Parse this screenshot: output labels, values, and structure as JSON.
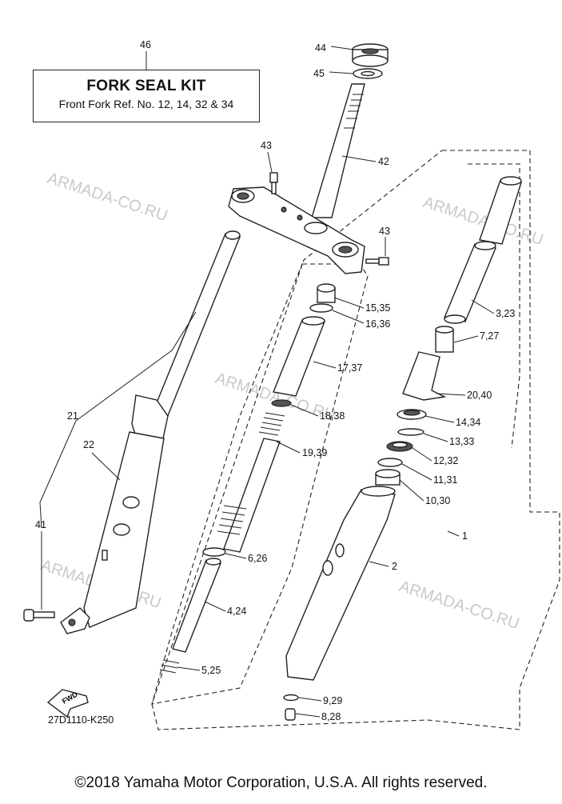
{
  "kit": {
    "number": "46",
    "title": "FORK SEAL KIT",
    "subtitle": "Front Fork Ref. No. 12, 14, 32 & 34"
  },
  "watermark": "ARMADA-CO.RU",
  "diagram_code": "27D1110-K250",
  "fwd_label": "FWD",
  "copyright": "©2018 Yamaha Motor Corporation, U.S.A. All rights reserved.",
  "callouts": {
    "c44": "44",
    "c45": "45",
    "c43a": "43",
    "c42": "42",
    "c43b": "43",
    "c15": "15,35",
    "c16": "16,36",
    "c17": "17,37",
    "c18": "18,38",
    "c19": "19,39",
    "c6": "6,26",
    "c4": "4,24",
    "c5": "5,25",
    "c3": "3,23",
    "c7": "7,27",
    "c20": "20,40",
    "c14": "14,34",
    "c13": "13,33",
    "c12": "12,32",
    "c11": "11,31",
    "c10": "10,30",
    "c1": "1",
    "c2": "2",
    "c9": "9,29",
    "c8": "8,28",
    "c21": "21",
    "c22": "22",
    "c41": "41"
  }
}
